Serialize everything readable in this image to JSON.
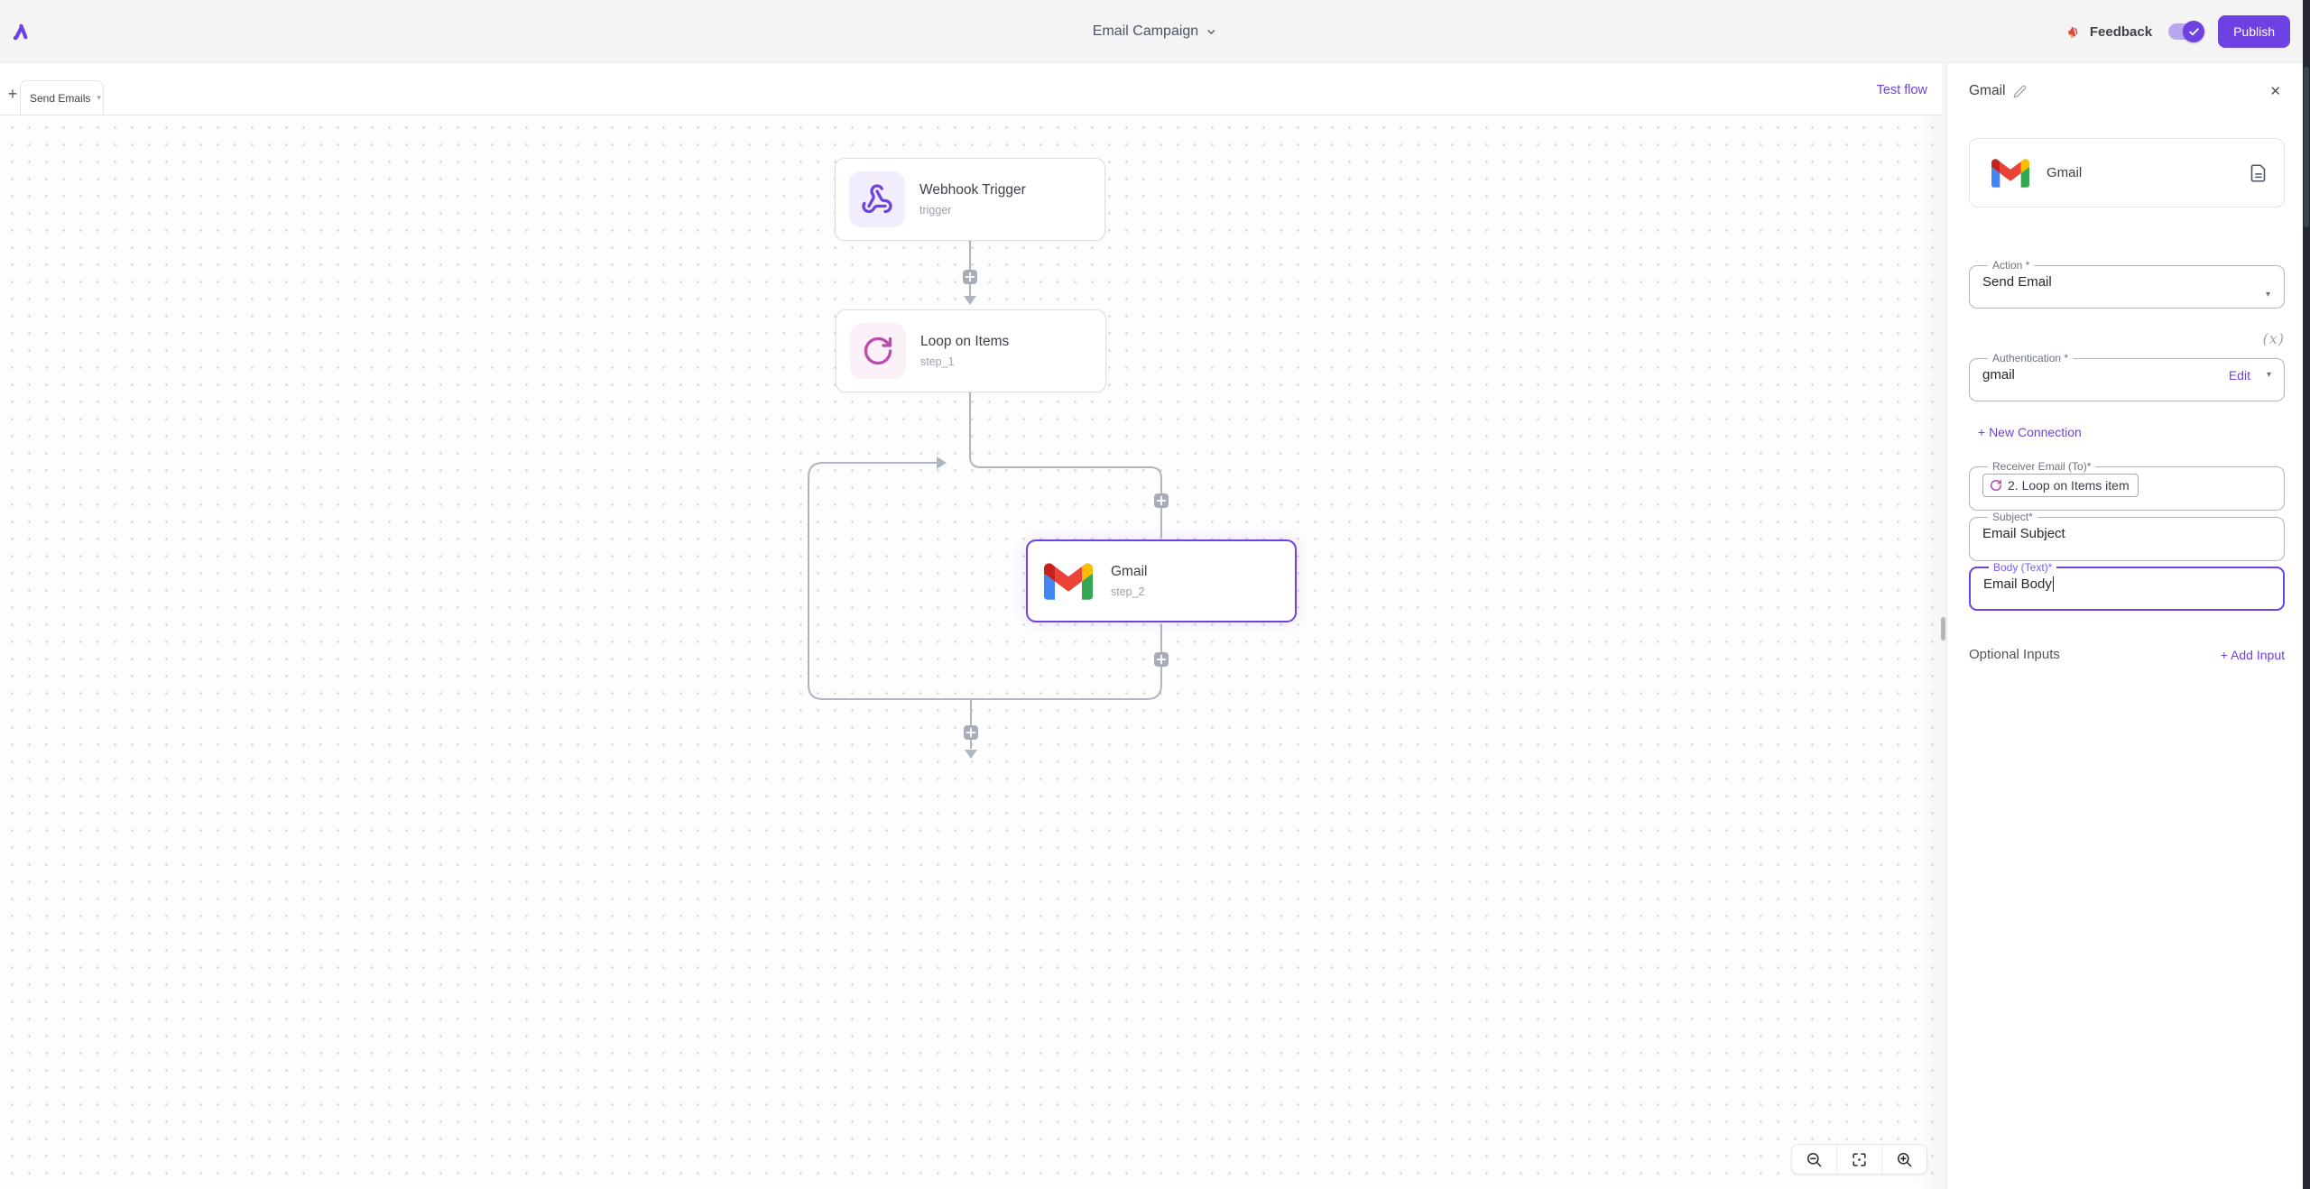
{
  "header": {
    "title": "Email Campaign",
    "feedback_label": "Feedback",
    "publish_label": "Publish"
  },
  "tabbar": {
    "add_glyph": "+",
    "tab_label": "Send Emails",
    "tab_caret_glyph": "▾",
    "test_flow_label": "Test flow"
  },
  "canvas": {
    "nodes": [
      {
        "title": "Webhook Trigger",
        "subtitle": "trigger",
        "icon": "webhook-icon"
      },
      {
        "title": "Loop on Items",
        "subtitle": "step_1",
        "icon": "loop-icon"
      },
      {
        "title": "Gmail",
        "subtitle": "step_2",
        "icon": "gmail-icon",
        "selected": true
      }
    ],
    "zoom_controls": [
      "zoom-out",
      "fit-view",
      "zoom-in"
    ]
  },
  "panel": {
    "title": "Gmail",
    "close_glyph": "✕",
    "app_card": {
      "name": "Gmail"
    },
    "action": {
      "label": "Action *",
      "value": "Send Email"
    },
    "variable_icon_glyph": "(x)",
    "auth": {
      "label": "Authentication *",
      "value": "gmail",
      "edit_label": "Edit"
    },
    "new_connection_label": "+ New Connection",
    "receiver": {
      "label": "Receiver Email (To)*",
      "chip_text": "2. Loop on Items item"
    },
    "subject": {
      "label": "Subject*",
      "value": "Email Subject"
    },
    "body": {
      "label": "Body (Text)*",
      "value": "Email Body"
    },
    "optional_inputs_label": "Optional Inputs",
    "add_input_label": "+ Add Input"
  },
  "colors": {
    "accent_purple": "#6e41e2",
    "edge_gray": "#b0b6bf",
    "loop_magenta": "#bf4aad",
    "gmail_red": "#ea4335",
    "gmail_blue": "#4285f4",
    "gmail_green": "#34a853",
    "gmail_yellow": "#fbbc04"
  }
}
